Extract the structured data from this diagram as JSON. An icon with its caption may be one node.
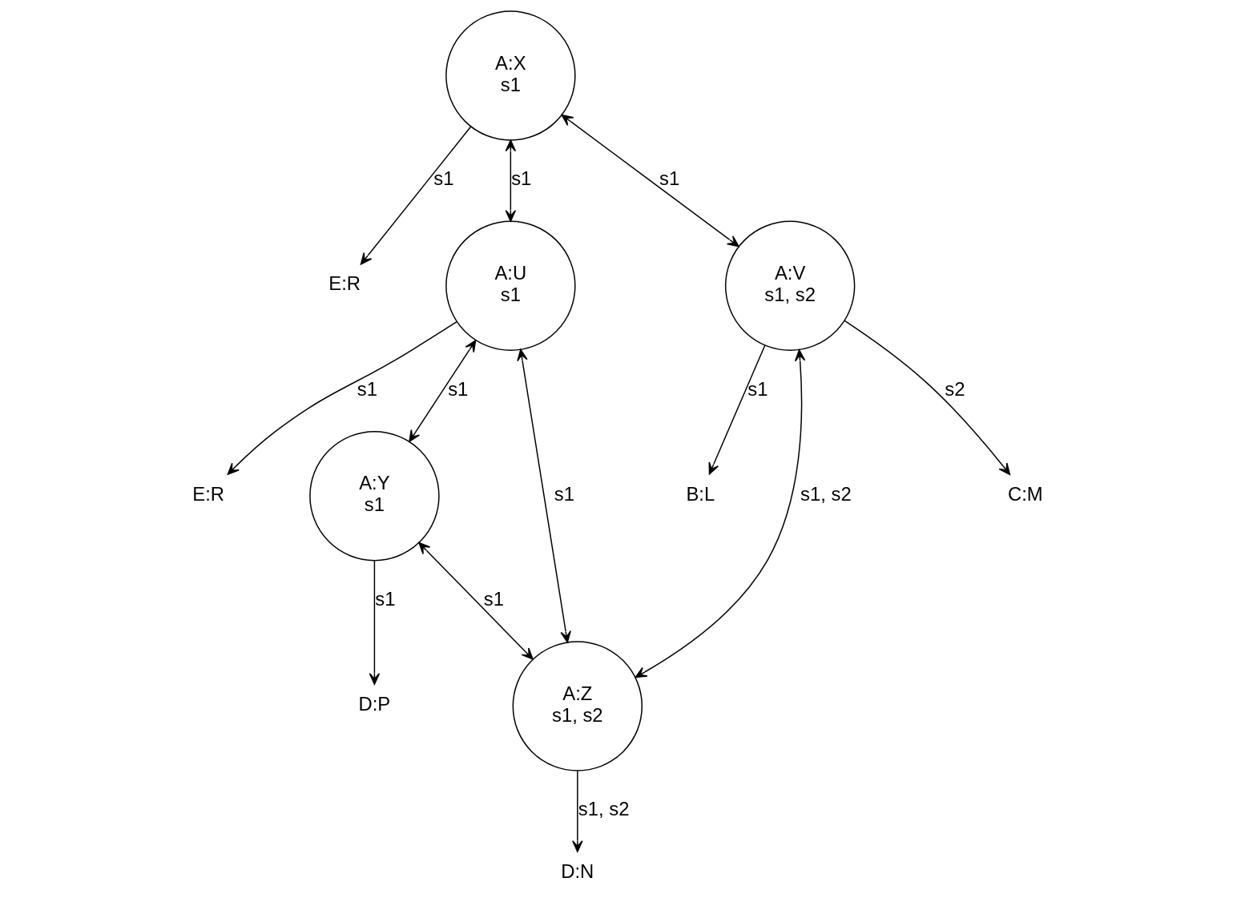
{
  "diagram": {
    "nodes": [
      {
        "text": [
          "E:R"
        ]
      },
      {
        "text": [
          "E:R"
        ]
      },
      {
        "text": [
          "A:X",
          "s1"
        ]
      },
      {
        "text": [
          "A:Y",
          "s1"
        ]
      },
      {
        "text": [
          "D:P"
        ]
      },
      {
        "text": [
          "A:U",
          "s1"
        ]
      },
      {
        "text": [
          "D:N"
        ]
      },
      {
        "text": [
          "B:L"
        ]
      },
      {
        "text": [
          "A:V",
          "s1, s2"
        ]
      },
      {
        "text": [
          "A:Z",
          "s1, s2"
        ]
      },
      {
        "text": [
          "C:M"
        ]
      }
    ],
    "edges": [
      {
        "from": 2,
        "to": 0,
        "arrow": "to",
        "label": "s1"
      },
      {
        "from": 5,
        "to": 1,
        "arrow": "to",
        "label": "s1"
      },
      {
        "from": 3,
        "to": 4,
        "arrow": "to",
        "label": "s1"
      },
      {
        "from": 2,
        "to": 5,
        "arrow": "both",
        "label": "s1"
      },
      {
        "from": 5,
        "to": 3,
        "arrow": "both",
        "label": "s1"
      },
      {
        "from": 2,
        "to": 8,
        "arrow": "both",
        "label": "s1"
      },
      {
        "from": 3,
        "to": 9,
        "arrow": "both",
        "label": "s1"
      },
      {
        "from": 5,
        "to": 9,
        "arrow": "both",
        "label": "s1"
      },
      {
        "from": 8,
        "to": 7,
        "arrow": "to",
        "label": "s1"
      },
      {
        "from": 8,
        "to": 9,
        "arrow": "both",
        "label": "s1, s2"
      },
      {
        "from": 9,
        "to": 6,
        "arrow": "to",
        "label": "s1, s2"
      },
      {
        "from": 8,
        "to": 10,
        "arrow": "to",
        "label": "s2"
      }
    ]
  }
}
